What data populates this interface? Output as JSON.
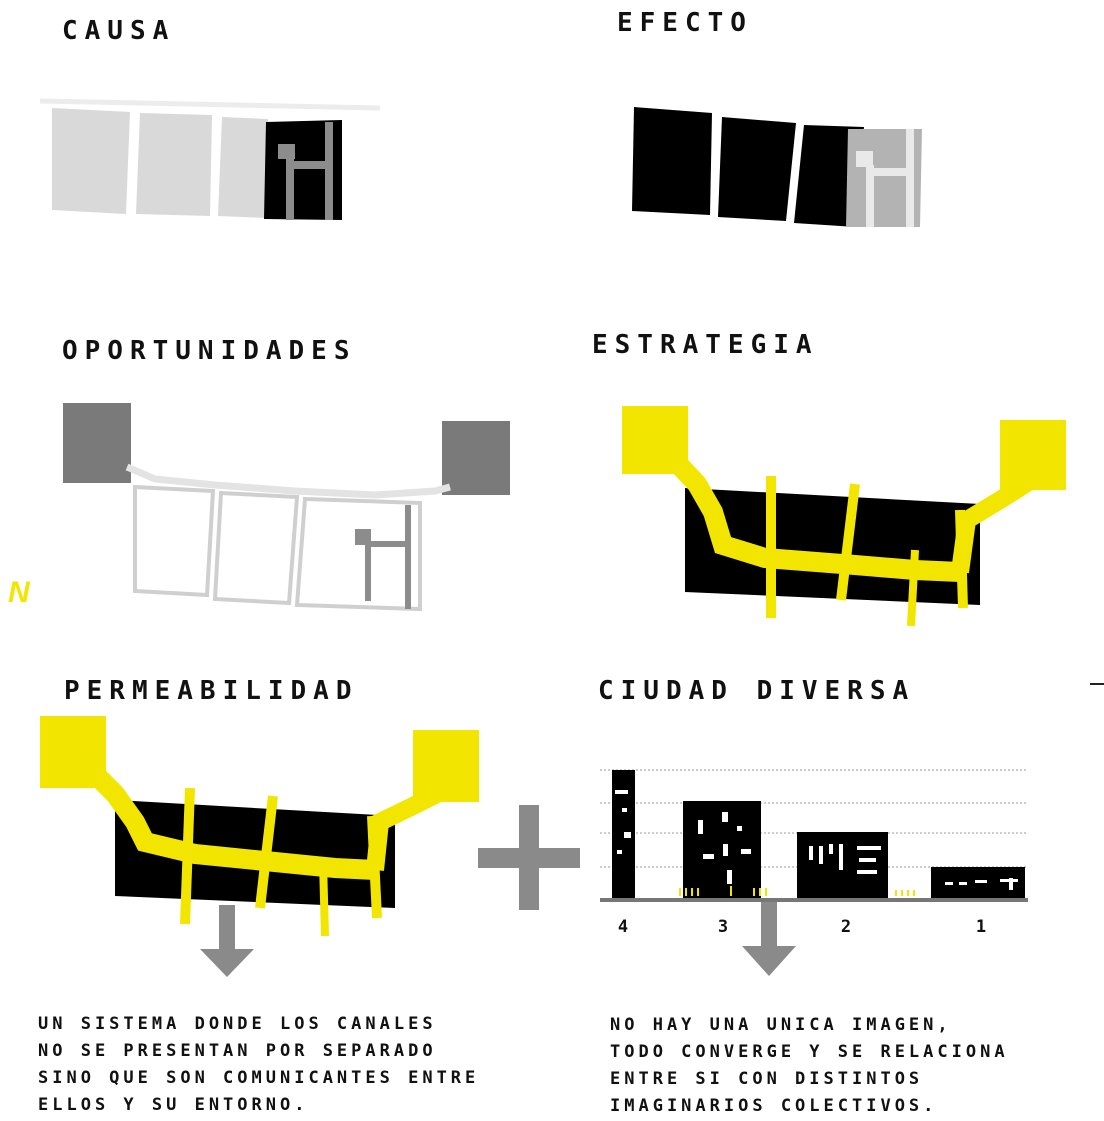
{
  "titles": {
    "causa": "CAUSA",
    "efecto": "EFECTO",
    "oportunidades": "OPORTUNIDADES",
    "estrategia": "ESTRATEGIA",
    "permeabilidad": "PERMEABILIDAD",
    "ciudad_diversa": "CIUDAD DIVERSA"
  },
  "north_label": "N",
  "ciudad_diversa": {
    "building_numbers": [
      "4",
      "3",
      "2",
      "1"
    ]
  },
  "captions": {
    "permeabilidad": "UN SISTEMA DONDE LOS CANALES\nNO SE PRESENTAN POR SEPARADO\nSINO QUE SON COMUNICANTES ENTRE\nELLOS Y SU ENTORNO.",
    "ciudad_diversa": "NO HAY UNA UNICA IMAGEN,\nTODO CONVERGE Y SE RELACIONA\nENTRE SI CON DISTINTOS\nIMAGINARIOS COLECTIVOS."
  },
  "colors": {
    "accent_yellow": "#f2e600",
    "block_black": "#000000",
    "block_light_gray": "#d9d9d9",
    "block_mid_gray": "#b3b3b3",
    "square_gray": "#7a7a7a",
    "arrow_gray": "#8a8a8a"
  }
}
